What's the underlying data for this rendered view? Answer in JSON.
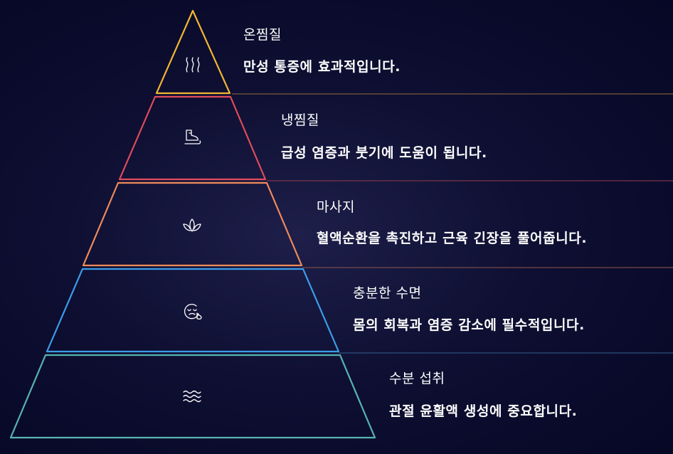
{
  "tiers": [
    {
      "title": "온찜질",
      "description": "만성 통증에 효과적입니다.",
      "icon": "heat-waves-icon",
      "color": "#f2b632",
      "divider": "#7a5a3a"
    },
    {
      "title": "냉찜질",
      "description": "급성 염증과 붓기에 도움이 됩니다.",
      "icon": "ice-skate-icon",
      "color": "#e04b5c",
      "divider": "#7a3448"
    },
    {
      "title": "마사지",
      "description": "혈액순환을 촉진하고 근육 긴장을 풀어줍니다.",
      "icon": "lotus-icon",
      "color": "#ef8a5a",
      "divider": "#7a4a48"
    },
    {
      "title": "충분한 수면",
      "description": "몸의 회복과 염증 감소에 필수적입니다.",
      "icon": "sleeping-face-icon",
      "color": "#3b9ee8",
      "divider": "#2c4f7e"
    },
    {
      "title": "수분 섭취",
      "description": "관절 윤활액 생성에 중요합니다.",
      "icon": "water-waves-icon",
      "color": "#58b4b0",
      "divider": "#2e5f68"
    }
  ]
}
